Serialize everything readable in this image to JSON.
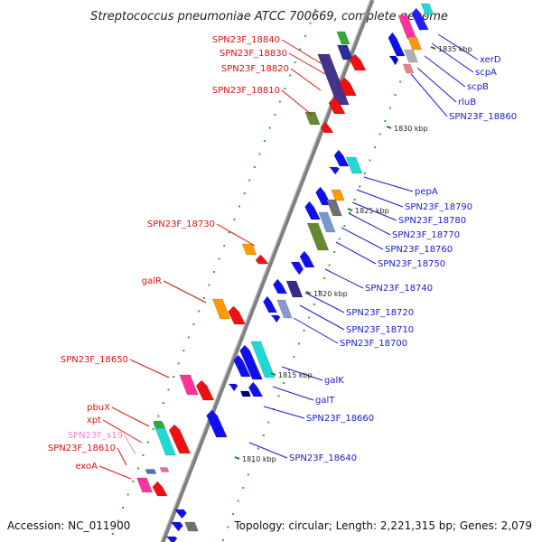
{
  "title": "Streptococcus pneumoniae ATCC 700669, complete genome",
  "footer": {
    "accession": "Accession: NC_011900",
    "summary": "Topology: circular; Length: 2,221,315 bp; Genes: 2,079"
  },
  "colors": {
    "backbone": "#888888",
    "left_label": "#dd1111",
    "left_label_rna": "#ee88cc",
    "right_label": "#1a1acc",
    "tick_major": "#118811",
    "tick_minor": "#33aa33"
  },
  "scale_marks": [
    {
      "label": "1835 kbp"
    },
    {
      "label": "1830 kbp"
    },
    {
      "label": "1825 kbp"
    },
    {
      "label": "1820 kbp"
    },
    {
      "label": "1815 kbp"
    },
    {
      "label": "1810 kbp"
    }
  ],
  "left_labels": [
    {
      "text": "SPN23F_18840",
      "kind": "gene"
    },
    {
      "text": "SPN23F_18830",
      "kind": "gene"
    },
    {
      "text": "SPN23F_18820",
      "kind": "gene"
    },
    {
      "text": "SPN23F_18810",
      "kind": "gene"
    },
    {
      "text": "SPN23F_18730",
      "kind": "gene"
    },
    {
      "text": "galR",
      "kind": "gene"
    },
    {
      "text": "SPN23F_18650",
      "kind": "gene"
    },
    {
      "text": "pbuX",
      "kind": "gene"
    },
    {
      "text": "xpt",
      "kind": "gene"
    },
    {
      "text": "SPN23F_s19",
      "kind": "rna"
    },
    {
      "text": "SPN23F_18610",
      "kind": "gene"
    },
    {
      "text": "exoA",
      "kind": "gene"
    }
  ],
  "right_labels": [
    {
      "text": "xerD"
    },
    {
      "text": "scpA"
    },
    {
      "text": "scpB"
    },
    {
      "text": "rluB"
    },
    {
      "text": "SPN23F_18860"
    },
    {
      "text": "pepA"
    },
    {
      "text": "SPN23F_18790"
    },
    {
      "text": "SPN23F_18780"
    },
    {
      "text": "SPN23F_18770"
    },
    {
      "text": "SPN23F_18760"
    },
    {
      "text": "SPN23F_18750"
    },
    {
      "text": "SPN23F_18740"
    },
    {
      "text": "SPN23F_18720"
    },
    {
      "text": "SPN23F_18710"
    },
    {
      "text": "SPN23F_18700"
    },
    {
      "text": "galK"
    },
    {
      "text": "galT"
    },
    {
      "text": "SPN23F_18660"
    },
    {
      "text": "SPN23F_18640"
    }
  ]
}
